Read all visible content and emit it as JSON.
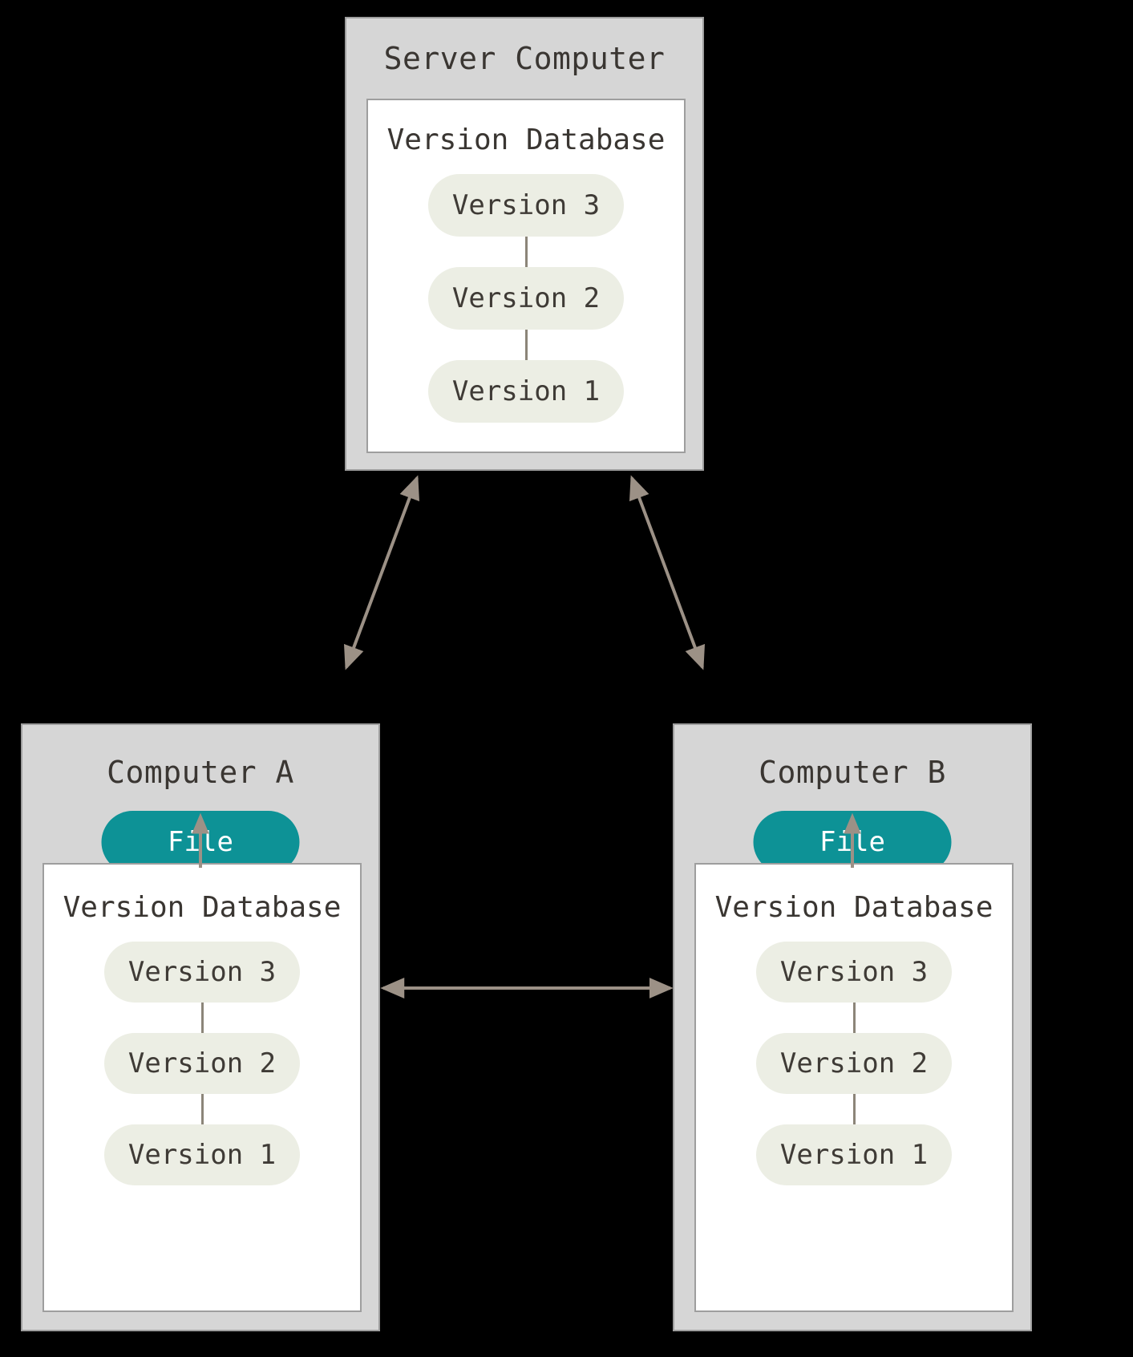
{
  "diagram": {
    "type": "centralized-version-control",
    "background_color": "#000000",
    "colors": {
      "machine_fill": "#d6d6d6",
      "machine_border": "#9e9e9e",
      "database_fill": "#ffffff",
      "database_border": "#9e9e9e",
      "version_pill_fill": "#eceee4",
      "version_pill_text": "#3f3b36",
      "file_pill_fill": "#0d9296",
      "file_pill_text": "#ffffff",
      "arrow_color": "#9c9186",
      "connector_color": "#8c8579",
      "title_text": "#3a3632"
    }
  },
  "server": {
    "title": "Server Computer",
    "database": {
      "title": "Version Database",
      "versions": [
        {
          "label": "Version 3"
        },
        {
          "label": "Version 2"
        },
        {
          "label": "Version 1"
        }
      ]
    }
  },
  "clients": [
    {
      "id": "computer-a",
      "title": "Computer A",
      "file": {
        "label": "File"
      },
      "database": {
        "title": "Version Database",
        "versions": [
          {
            "label": "Version 3"
          },
          {
            "label": "Version 2"
          },
          {
            "label": "Version 1"
          }
        ]
      }
    },
    {
      "id": "computer-b",
      "title": "Computer B",
      "file": {
        "label": "File"
      },
      "database": {
        "title": "Version Database",
        "versions": [
          {
            "label": "Version 3"
          },
          {
            "label": "Version 2"
          },
          {
            "label": "Version 1"
          }
        ]
      }
    }
  ],
  "connections": [
    {
      "id": "server-to-computer-a",
      "from": "Server Computer",
      "to": "Computer A",
      "style": "double-arrow",
      "direction": "bidirectional"
    },
    {
      "id": "server-to-computer-b",
      "from": "Server Computer",
      "to": "Computer B",
      "style": "double-arrow",
      "direction": "bidirectional"
    },
    {
      "id": "computer-a-to-computer-b",
      "from": "Computer A",
      "to": "Computer B",
      "style": "double-arrow",
      "direction": "bidirectional"
    },
    {
      "id": "computer-a-db-to-file",
      "from": "Version Database",
      "to": "File",
      "style": "single-arrow",
      "direction": "up"
    },
    {
      "id": "computer-b-db-to-file",
      "from": "Version Database",
      "to": "File",
      "style": "single-arrow",
      "direction": "up"
    }
  ]
}
